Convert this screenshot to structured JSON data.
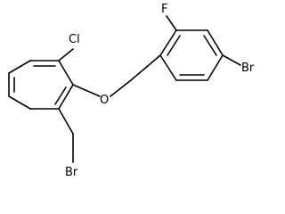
{
  "structure": {
    "atoms": [
      {
        "id": "Cl",
        "label": "Cl"
      },
      {
        "id": "O",
        "label": "O"
      },
      {
        "id": "F",
        "label": "F"
      },
      {
        "id": "Br_aryl",
        "label": "Br"
      },
      {
        "id": "Br_benzyl",
        "label": "Br"
      }
    ]
  }
}
